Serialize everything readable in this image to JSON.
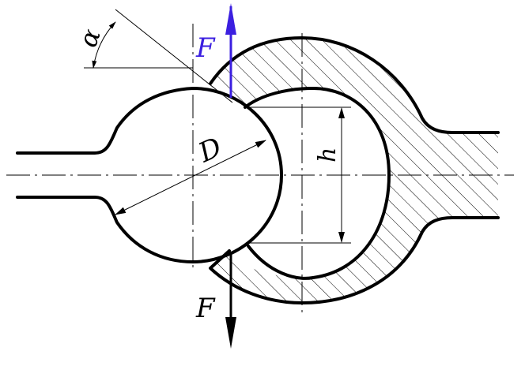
{
  "labels": {
    "force_top": "F",
    "force_bottom": "F",
    "angle": "α",
    "diameter": "D",
    "height": "h"
  },
  "colors": {
    "force_top": "#3b1fe0",
    "force_bottom": "#000000",
    "outline": "#000000"
  }
}
